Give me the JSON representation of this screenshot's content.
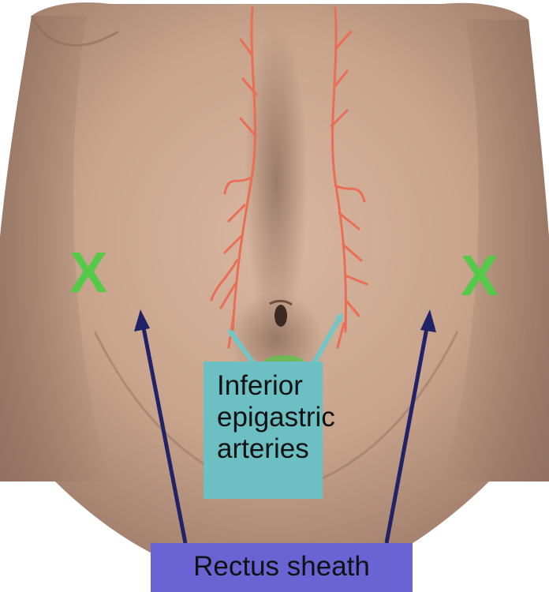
{
  "colors": {
    "skin": "#c8a48c",
    "skin_shadow": "#9c7a68",
    "artery": "#ea6e55",
    "marker_x": "#55c94a",
    "label_box_arteries": "#6cbfc3",
    "label_box_sheath": "#6a63d4",
    "arrow_arteries": "#73c5c6",
    "arrow_sheath": "#222266",
    "label_text": "#111111"
  },
  "markers": {
    "left_label": "X",
    "right_label": "X"
  },
  "labels": {
    "arteries_line1": "Inferior",
    "arteries_line2": "epigastric",
    "arteries_line3": "arteries",
    "sheath": "Rectus sheath"
  }
}
